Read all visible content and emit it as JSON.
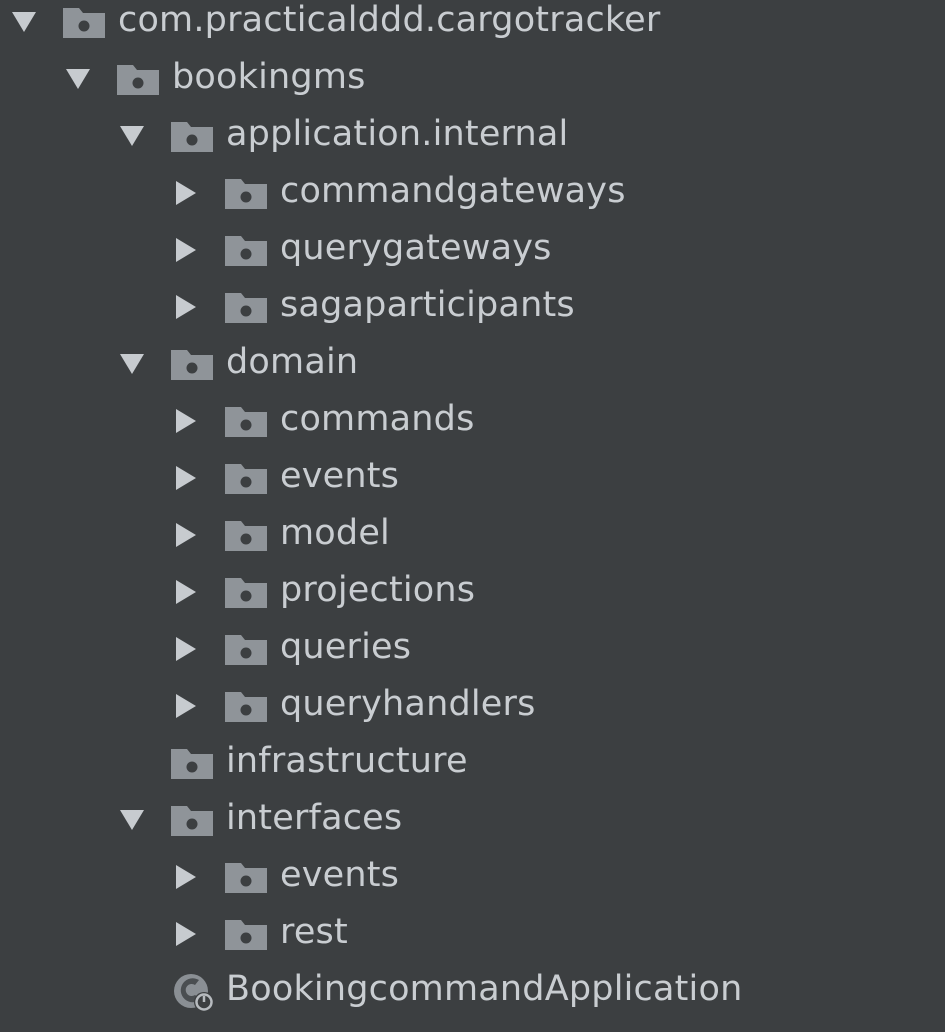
{
  "tree": {
    "root": {
      "label": "com.practicalddd.cargotracker",
      "state": "expanded",
      "icon": "package-folder-icon"
    },
    "bookingms": {
      "label": "bookingms",
      "state": "expanded",
      "icon": "package-folder-icon"
    },
    "application_internal": {
      "label": "application.internal",
      "state": "expanded",
      "icon": "package-folder-icon"
    },
    "commandgateways": {
      "label": "commandgateways",
      "state": "collapsed",
      "icon": "package-folder-icon"
    },
    "querygateways": {
      "label": "querygateways",
      "state": "collapsed",
      "icon": "package-folder-icon"
    },
    "sagaparticipants": {
      "label": "sagaparticipants",
      "state": "collapsed",
      "icon": "package-folder-icon"
    },
    "domain": {
      "label": "domain",
      "state": "expanded",
      "icon": "package-folder-icon"
    },
    "commands": {
      "label": "commands",
      "state": "collapsed",
      "icon": "package-folder-icon"
    },
    "domain_events": {
      "label": "events",
      "state": "collapsed",
      "icon": "package-folder-icon"
    },
    "model": {
      "label": "model",
      "state": "collapsed",
      "icon": "package-folder-icon"
    },
    "projections": {
      "label": "projections",
      "state": "collapsed",
      "icon": "package-folder-icon"
    },
    "queries": {
      "label": "queries",
      "state": "collapsed",
      "icon": "package-folder-icon"
    },
    "queryhandlers": {
      "label": "queryhandlers",
      "state": "collapsed",
      "icon": "package-folder-icon"
    },
    "infrastructure": {
      "label": "infrastructure",
      "state": "leaf",
      "icon": "package-folder-icon"
    },
    "interfaces": {
      "label": "interfaces",
      "state": "expanded",
      "icon": "package-folder-icon"
    },
    "interfaces_events": {
      "label": "events",
      "state": "collapsed",
      "icon": "package-folder-icon"
    },
    "rest": {
      "label": "rest",
      "state": "collapsed",
      "icon": "package-folder-icon"
    },
    "booking_app": {
      "label": "BookingcommandApplication",
      "state": "leaf",
      "icon": "spring-boot-class-icon"
    }
  },
  "colors": {
    "background": "#3c3f41",
    "text": "#c9cdd1",
    "arrow": "#c7cbcf",
    "folder": "#8f9499",
    "folder_dot": "#3c3f41"
  }
}
